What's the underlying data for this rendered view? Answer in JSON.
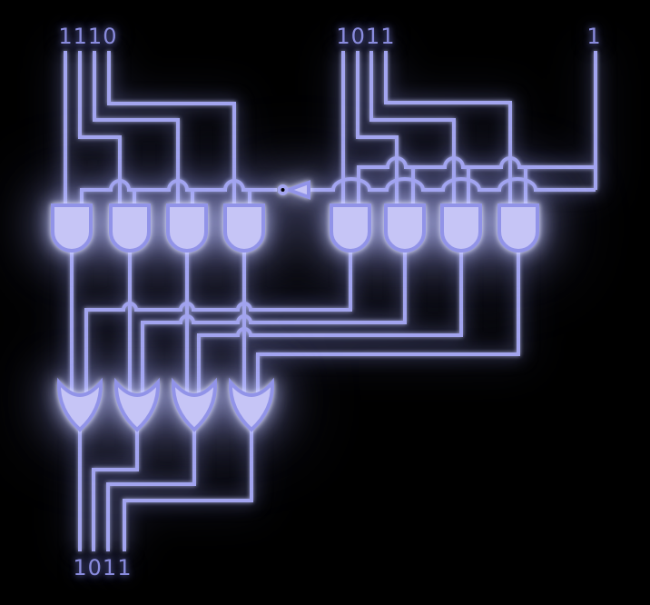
{
  "diagram": {
    "type": "logic-circuit",
    "description": "4-bit 2-to-1 multiplexer built from AND, NOT and OR gates",
    "inputs": {
      "bus_a": "1110",
      "bus_b": "1011",
      "select": "1"
    },
    "output": {
      "bus_out": "1011"
    },
    "gates": {
      "and_count": 8,
      "or_count": 4,
      "not_count": 1
    },
    "colors": {
      "background": "#000000",
      "wire": "#a3a5ef",
      "gate_fill": "#c6c5f6",
      "gate_stroke": "#9193e8",
      "label": "#8a8cdf"
    }
  }
}
